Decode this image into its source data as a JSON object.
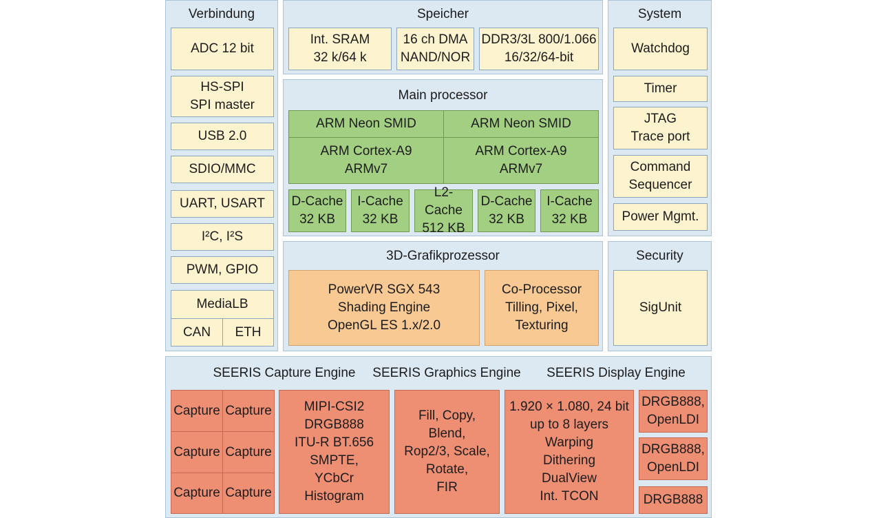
{
  "panels": {
    "verbindung": {
      "title": "Verbindung",
      "items": [
        "ADC 12 bit",
        "HS-SPI\nSPI master",
        "USB 2.0",
        "SDIO/MMC",
        "UART, USART",
        "I²C, I²S",
        "PWM, GPIO",
        "MediaLB"
      ],
      "can": "CAN",
      "eth": "ETH"
    },
    "speicher": {
      "title": "Speicher",
      "items": [
        "Int. SRAM\n32 k/64 k",
        "16 ch DMA\nNAND/NOR",
        "DDR3/3L 800/1.066\n16/32/64-bit"
      ]
    },
    "main_processor": {
      "title": "Main processor",
      "neon_left": "ARM Neon SMID",
      "neon_right": "ARM Neon SMID",
      "cortex_left": "ARM Cortex-A9\nARMv7",
      "cortex_right": "ARM Cortex-A9\nARMv7",
      "caches": [
        "D-Cache\n32 KB",
        "I-Cache\n32 KB",
        "L2-Cache\n512 KB",
        "D-Cache\n32 KB",
        "I-Cache\n32 KB"
      ]
    },
    "system": {
      "title": "System",
      "items": [
        "Watchdog",
        "Timer",
        "JTAG\nTrace port",
        "Command\nSequencer",
        "Power Mgmt."
      ]
    },
    "grafik": {
      "title": "3D-Grafikprozessor",
      "powervr": "PowerVR SGX 543\nShading Engine\nOpenGL ES 1.x/2.0",
      "coproc": "Co-Processor\nTilling, Pixel,\nTexturing"
    },
    "security": {
      "title": "Security",
      "sigunit": "SigUnit"
    },
    "seeris": {
      "capture_title": "SEERIS Capture Engine",
      "graphics_title": "SEERIS Graphics Engine",
      "display_title": "SEERIS Display Engine",
      "capture_cells": [
        "Capture",
        "Capture",
        "Capture",
        "Capture",
        "Capture",
        "Capture"
      ],
      "capture_formats": "MIPI-CSI2\nDRGB888\nITU-R BT.656\nSMPTE,\nYCbCr\nHistogram",
      "graphics_ops": "Fill, Copy,\nBlend,\nRop2/3, Scale,\nRotate,\nFIR",
      "display_features": "1.920 × 1.080, 24 bit\nup to 8 layers\nWarping\nDithering\nDualView\nInt. TCON",
      "outputs": [
        "DRGB888,\nOpenLDI",
        "DRGB888,\nOpenLDI",
        "DRGB888"
      ]
    }
  }
}
